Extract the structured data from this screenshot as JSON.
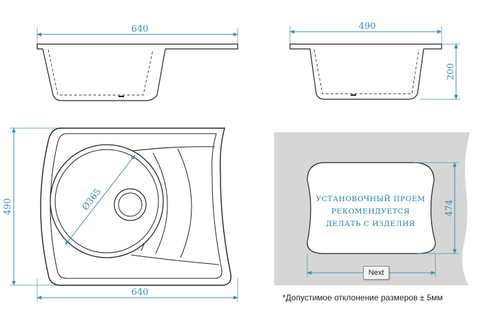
{
  "dimensions": {
    "top_width": "640",
    "side_width": "490",
    "side_depth": "200",
    "plan_height": "490",
    "bowl_diameter": "Ø365",
    "plan_width": "640",
    "cutout_height": "474"
  },
  "cutout_note": {
    "line1": "УСТАНОВОЧНЫЙ ПРОЕМ",
    "line2": "РЕКОМЕНДУЕТСЯ",
    "line3": "ДЕЛАТЬ С ИЗДЕЛИЯ"
  },
  "tolerance_note": "*Допустимое отклонение размеров ± 5мм",
  "next_button": "Next",
  "colors": {
    "dimension": "#3a8fb5",
    "outline": "#222222",
    "panel": "#d6d6d6"
  }
}
